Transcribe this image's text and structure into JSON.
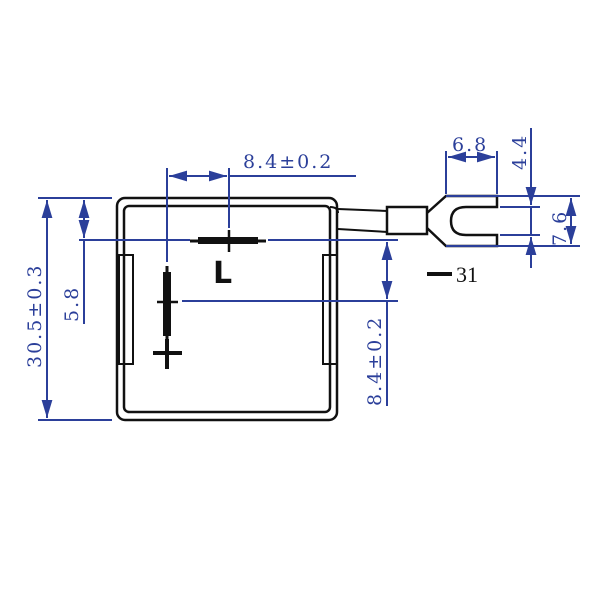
{
  "drawing": {
    "type": "technical-dimension-drawing",
    "colors": {
      "outline": "#111111",
      "dimension": "#2b3f9a",
      "background": "#ffffff"
    },
    "body_marking": "L",
    "part_callout": "31",
    "dimensions": {
      "overall_height": "30.5±0.3",
      "top_offset": "5.8",
      "horizontal_mark_offset": "8.4±0.2",
      "vertical_mark_offset": "8.4±0.2",
      "terminal_length": "6.8",
      "terminal_slot_width": "4.4",
      "terminal_width": "7.6"
    }
  }
}
